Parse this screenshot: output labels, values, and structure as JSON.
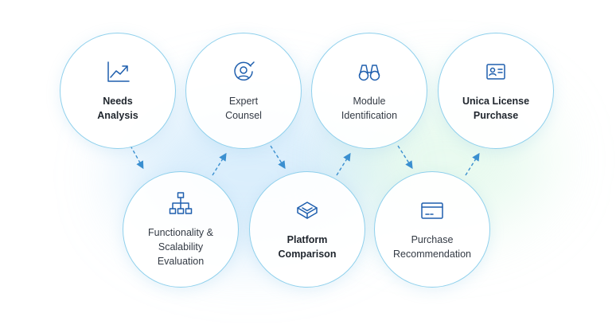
{
  "nodes": [
    {
      "id": "needs",
      "label": "Needs\nAnalysis",
      "bold": true,
      "icon": "trend-chart-icon"
    },
    {
      "id": "expert",
      "label": "Expert\nCounsel",
      "bold": false,
      "icon": "user-check-icon"
    },
    {
      "id": "module",
      "label": "Module\nIdentification",
      "bold": false,
      "icon": "binoculars-icon"
    },
    {
      "id": "unica",
      "label": "Unica License\nPurchase",
      "bold": true,
      "icon": "id-card-icon"
    },
    {
      "id": "functionality",
      "label": "Functionality &\nScalability\nEvaluation",
      "bold": false,
      "icon": "hierarchy-icon"
    },
    {
      "id": "platform",
      "label": "Platform\nComparison",
      "bold": true,
      "icon": "cube-icon"
    },
    {
      "id": "recommendation",
      "label": "Purchase\nRecommendation",
      "bold": false,
      "icon": "credit-card-icon"
    }
  ],
  "colors": {
    "border": "#8fd0ec",
    "icon": "#1f5fae",
    "arrow": "#3a8fd0"
  }
}
